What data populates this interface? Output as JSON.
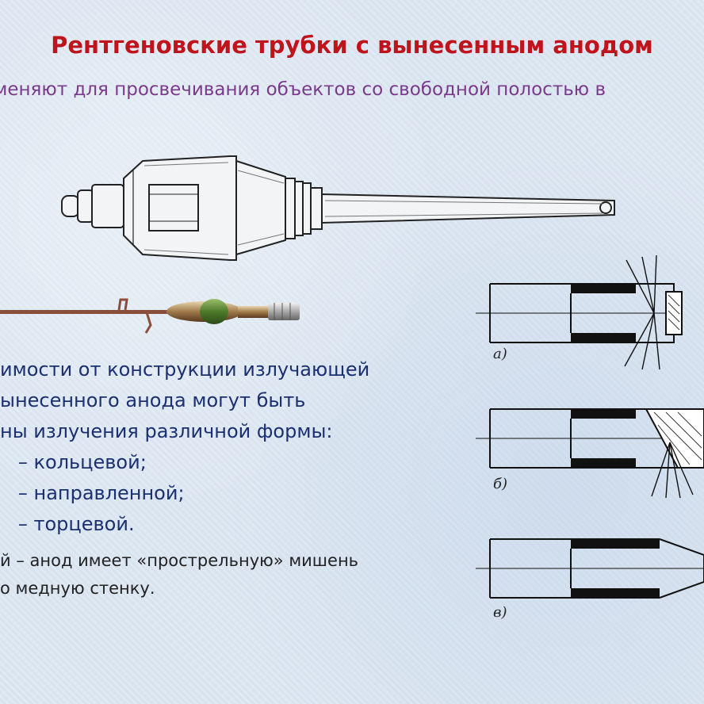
{
  "title": "Рентгеновские трубки с вынесенным анодом",
  "subtitle": "меняют для просвечивания объектов со свободной полостью в",
  "body_lines": [
    "имости от конструкции излучающей",
    "ынесенного анода могут быть",
    "ны излучения различной формы:",
    "   – кольцевой;",
    "   – направленной;",
    "   – торцевой."
  ],
  "note_lines": [
    "й – анод имеет «прострельную» мишень",
    "о медную стенку."
  ],
  "figure_captions": [
    "а)",
    "б)",
    "в)"
  ],
  "icons": [
    "xray-tube-drawing",
    "xray-tube-photo",
    "anode-ring-diagram",
    "anode-directional-diagram",
    "anode-end-diagram"
  ]
}
